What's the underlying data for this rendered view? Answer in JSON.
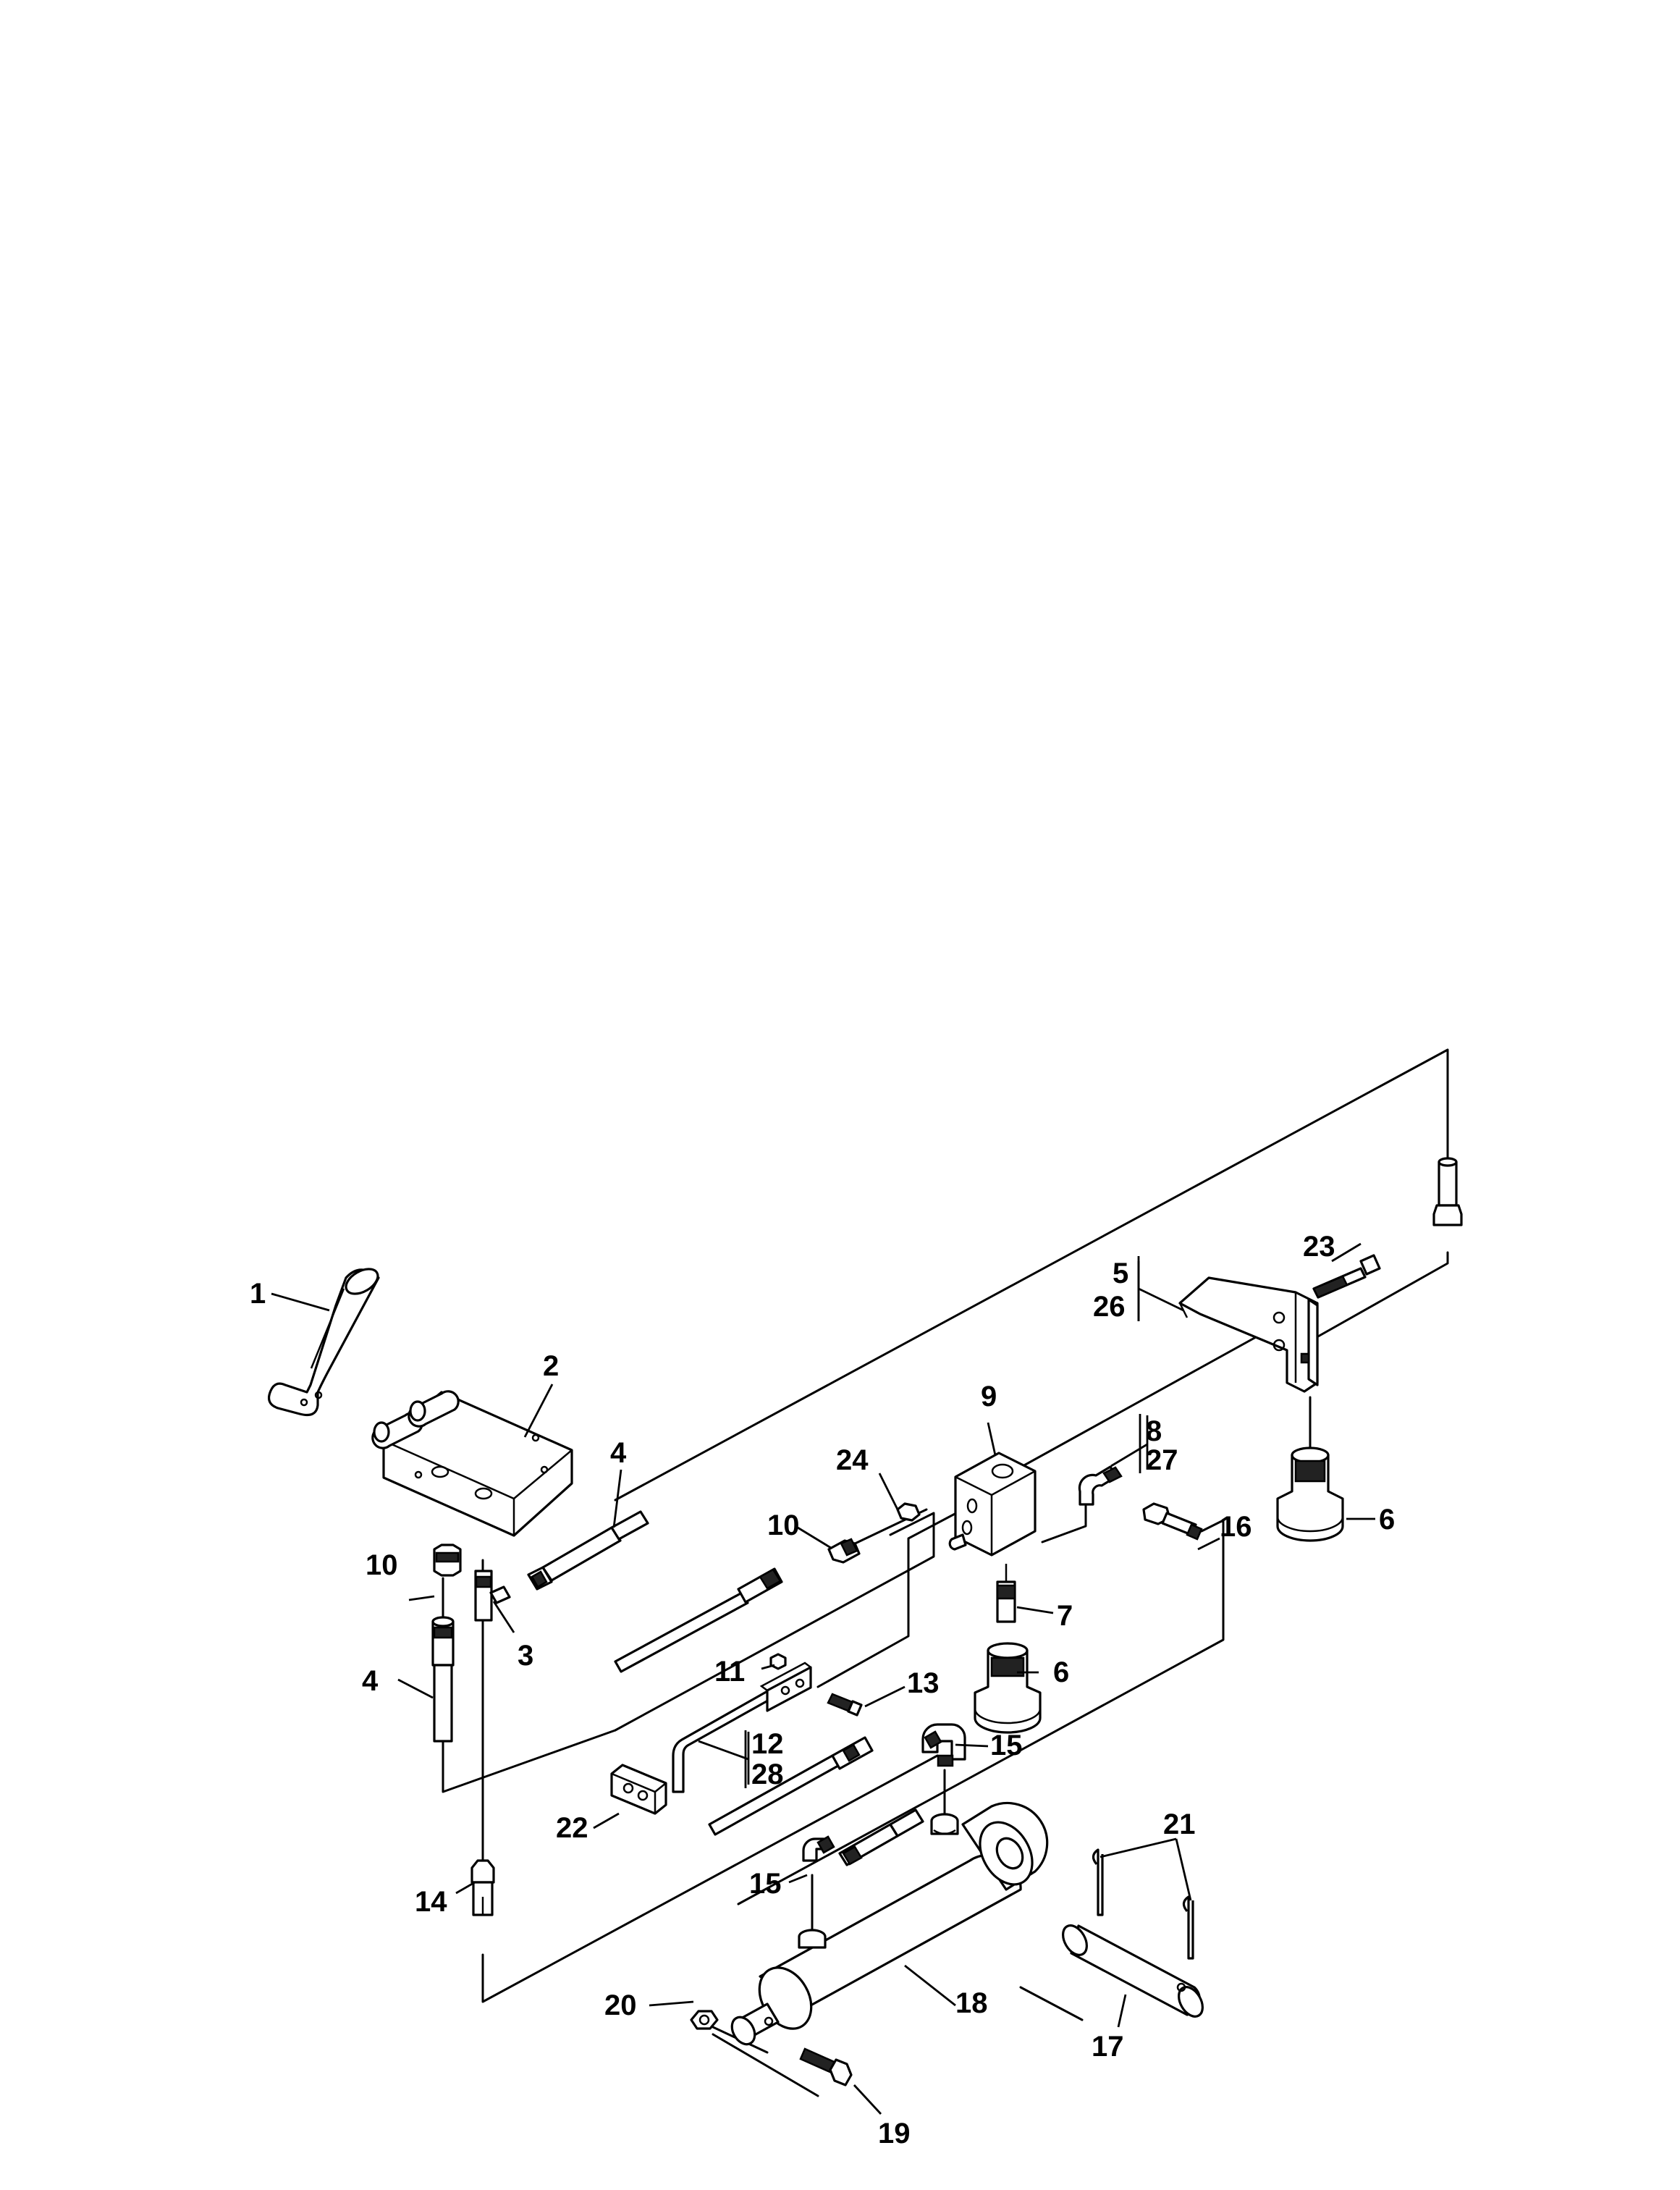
{
  "callouts": [
    {
      "id": "c1",
      "text": "1"
    },
    {
      "id": "c2",
      "text": "2"
    },
    {
      "id": "c3",
      "text": "3"
    },
    {
      "id": "c4a",
      "text": "4"
    },
    {
      "id": "c4b",
      "text": "4"
    },
    {
      "id": "c5",
      "text": "5"
    },
    {
      "id": "c26",
      "text": "26"
    },
    {
      "id": "c6a",
      "text": "6"
    },
    {
      "id": "c6b",
      "text": "6"
    },
    {
      "id": "c7",
      "text": "7"
    },
    {
      "id": "c8",
      "text": "8"
    },
    {
      "id": "c27",
      "text": "27"
    },
    {
      "id": "c9",
      "text": "9"
    },
    {
      "id": "c10a",
      "text": "10"
    },
    {
      "id": "c10b",
      "text": "10"
    },
    {
      "id": "c11",
      "text": "11"
    },
    {
      "id": "c12",
      "text": "12"
    },
    {
      "id": "c28",
      "text": "28"
    },
    {
      "id": "c13",
      "text": "13"
    },
    {
      "id": "c14",
      "text": "14"
    },
    {
      "id": "c15a",
      "text": "15"
    },
    {
      "id": "c15b",
      "text": "15"
    },
    {
      "id": "c16",
      "text": "16"
    },
    {
      "id": "c17",
      "text": "17"
    },
    {
      "id": "c18",
      "text": "18"
    },
    {
      "id": "c19",
      "text": "19"
    },
    {
      "id": "c20",
      "text": "20"
    },
    {
      "id": "c21",
      "text": "21"
    },
    {
      "id": "c22",
      "text": "22"
    },
    {
      "id": "c23",
      "text": "23"
    },
    {
      "id": "c24",
      "text": "24"
    }
  ]
}
